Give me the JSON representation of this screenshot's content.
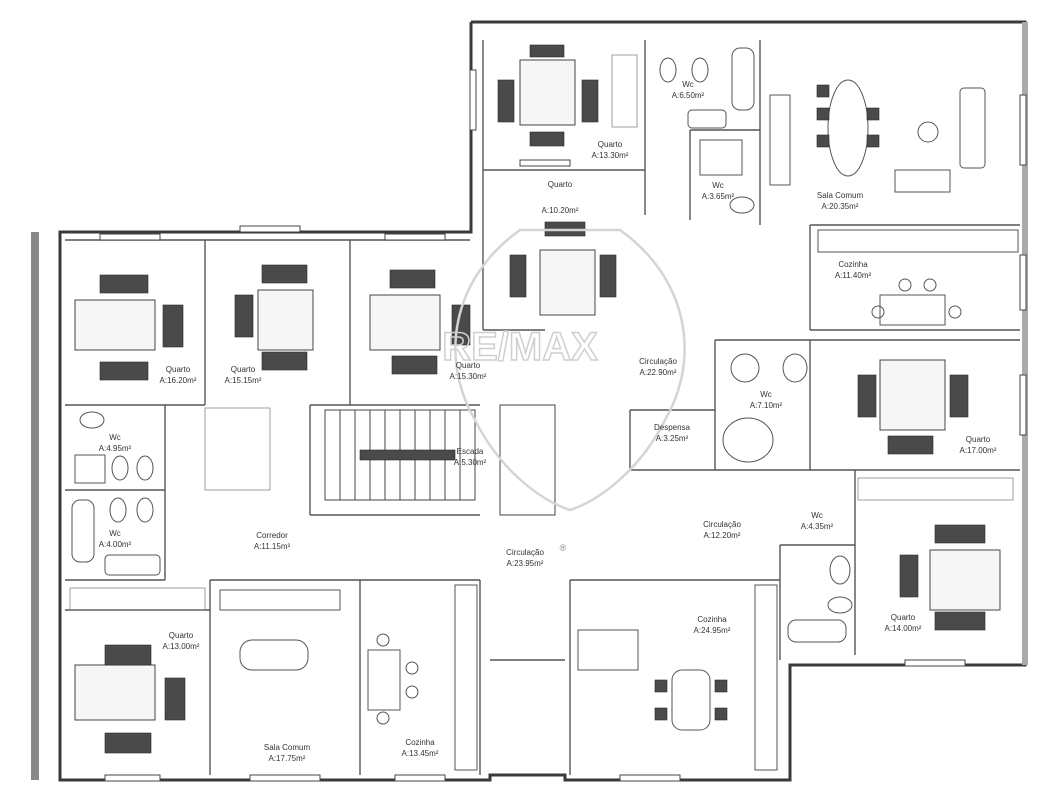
{
  "rooms": [
    {
      "id": "quarto-top",
      "label": "Quarto",
      "area": "A:13.30m²"
    },
    {
      "id": "wc-top",
      "label": "Wc",
      "area": "A:6.50m²"
    },
    {
      "id": "sala-comum-top",
      "label": "Sala Comum",
      "area": "A:20.35m²"
    },
    {
      "id": "wc-small-top",
      "label": "Wc",
      "area": "A:3.65m²"
    },
    {
      "id": "quarto-mid",
      "label": "Quarto",
      "area": "A:10.20m²"
    },
    {
      "id": "cozinha-right",
      "label": "Cozinha",
      "area": "A:11.40m²"
    },
    {
      "id": "quarto-left-1",
      "label": "Quarto",
      "area": "A:16.20m²"
    },
    {
      "id": "quarto-left-2",
      "label": "Quarto",
      "area": "A:15.15m²"
    },
    {
      "id": "quarto-left-3",
      "label": "Quarto",
      "area": "A:15.30m²"
    },
    {
      "id": "circulacao-top",
      "label": "Circulação",
      "area": "A:22.90m²"
    },
    {
      "id": "wc-right",
      "label": "Wc",
      "area": "A:7.10m²"
    },
    {
      "id": "quarto-right",
      "label": "Quarto",
      "area": "A:17.00m²"
    },
    {
      "id": "wc-left-1",
      "label": "Wc",
      "area": "A:4.95m²"
    },
    {
      "id": "wc-left-2",
      "label": "Wc",
      "area": "A:4.00m²"
    },
    {
      "id": "despensa",
      "label": "Despensa",
      "area": "A:3.25m²"
    },
    {
      "id": "escada",
      "label": "Escada",
      "area": "A:5.30m²"
    },
    {
      "id": "corredor",
      "label": "Corredor",
      "area": "A:11.15m²"
    },
    {
      "id": "circulacao-center",
      "label": "Circulação",
      "area": "A:23.95m²"
    },
    {
      "id": "circulacao-right",
      "label": "Circulação",
      "area": "A:12.20m²"
    },
    {
      "id": "wc-lower-right",
      "label": "Wc",
      "area": "A:4.35m²"
    },
    {
      "id": "quarto-lower-left",
      "label": "Quarto",
      "area": "A:13.00m²"
    },
    {
      "id": "cozinha-lower",
      "label": "Cozinha",
      "area": "A:24.95m²"
    },
    {
      "id": "quarto-lower-right",
      "label": "Quarto",
      "area": "A:14.00m²"
    },
    {
      "id": "sala-comum-lower",
      "label": "Sala Comum",
      "area": "A:17.75m²"
    },
    {
      "id": "cozinha-small",
      "label": "Cozinha",
      "area": "A:13.45m²"
    }
  ],
  "watermark": {
    "brand": "RE/MAX",
    "mark": "®"
  }
}
